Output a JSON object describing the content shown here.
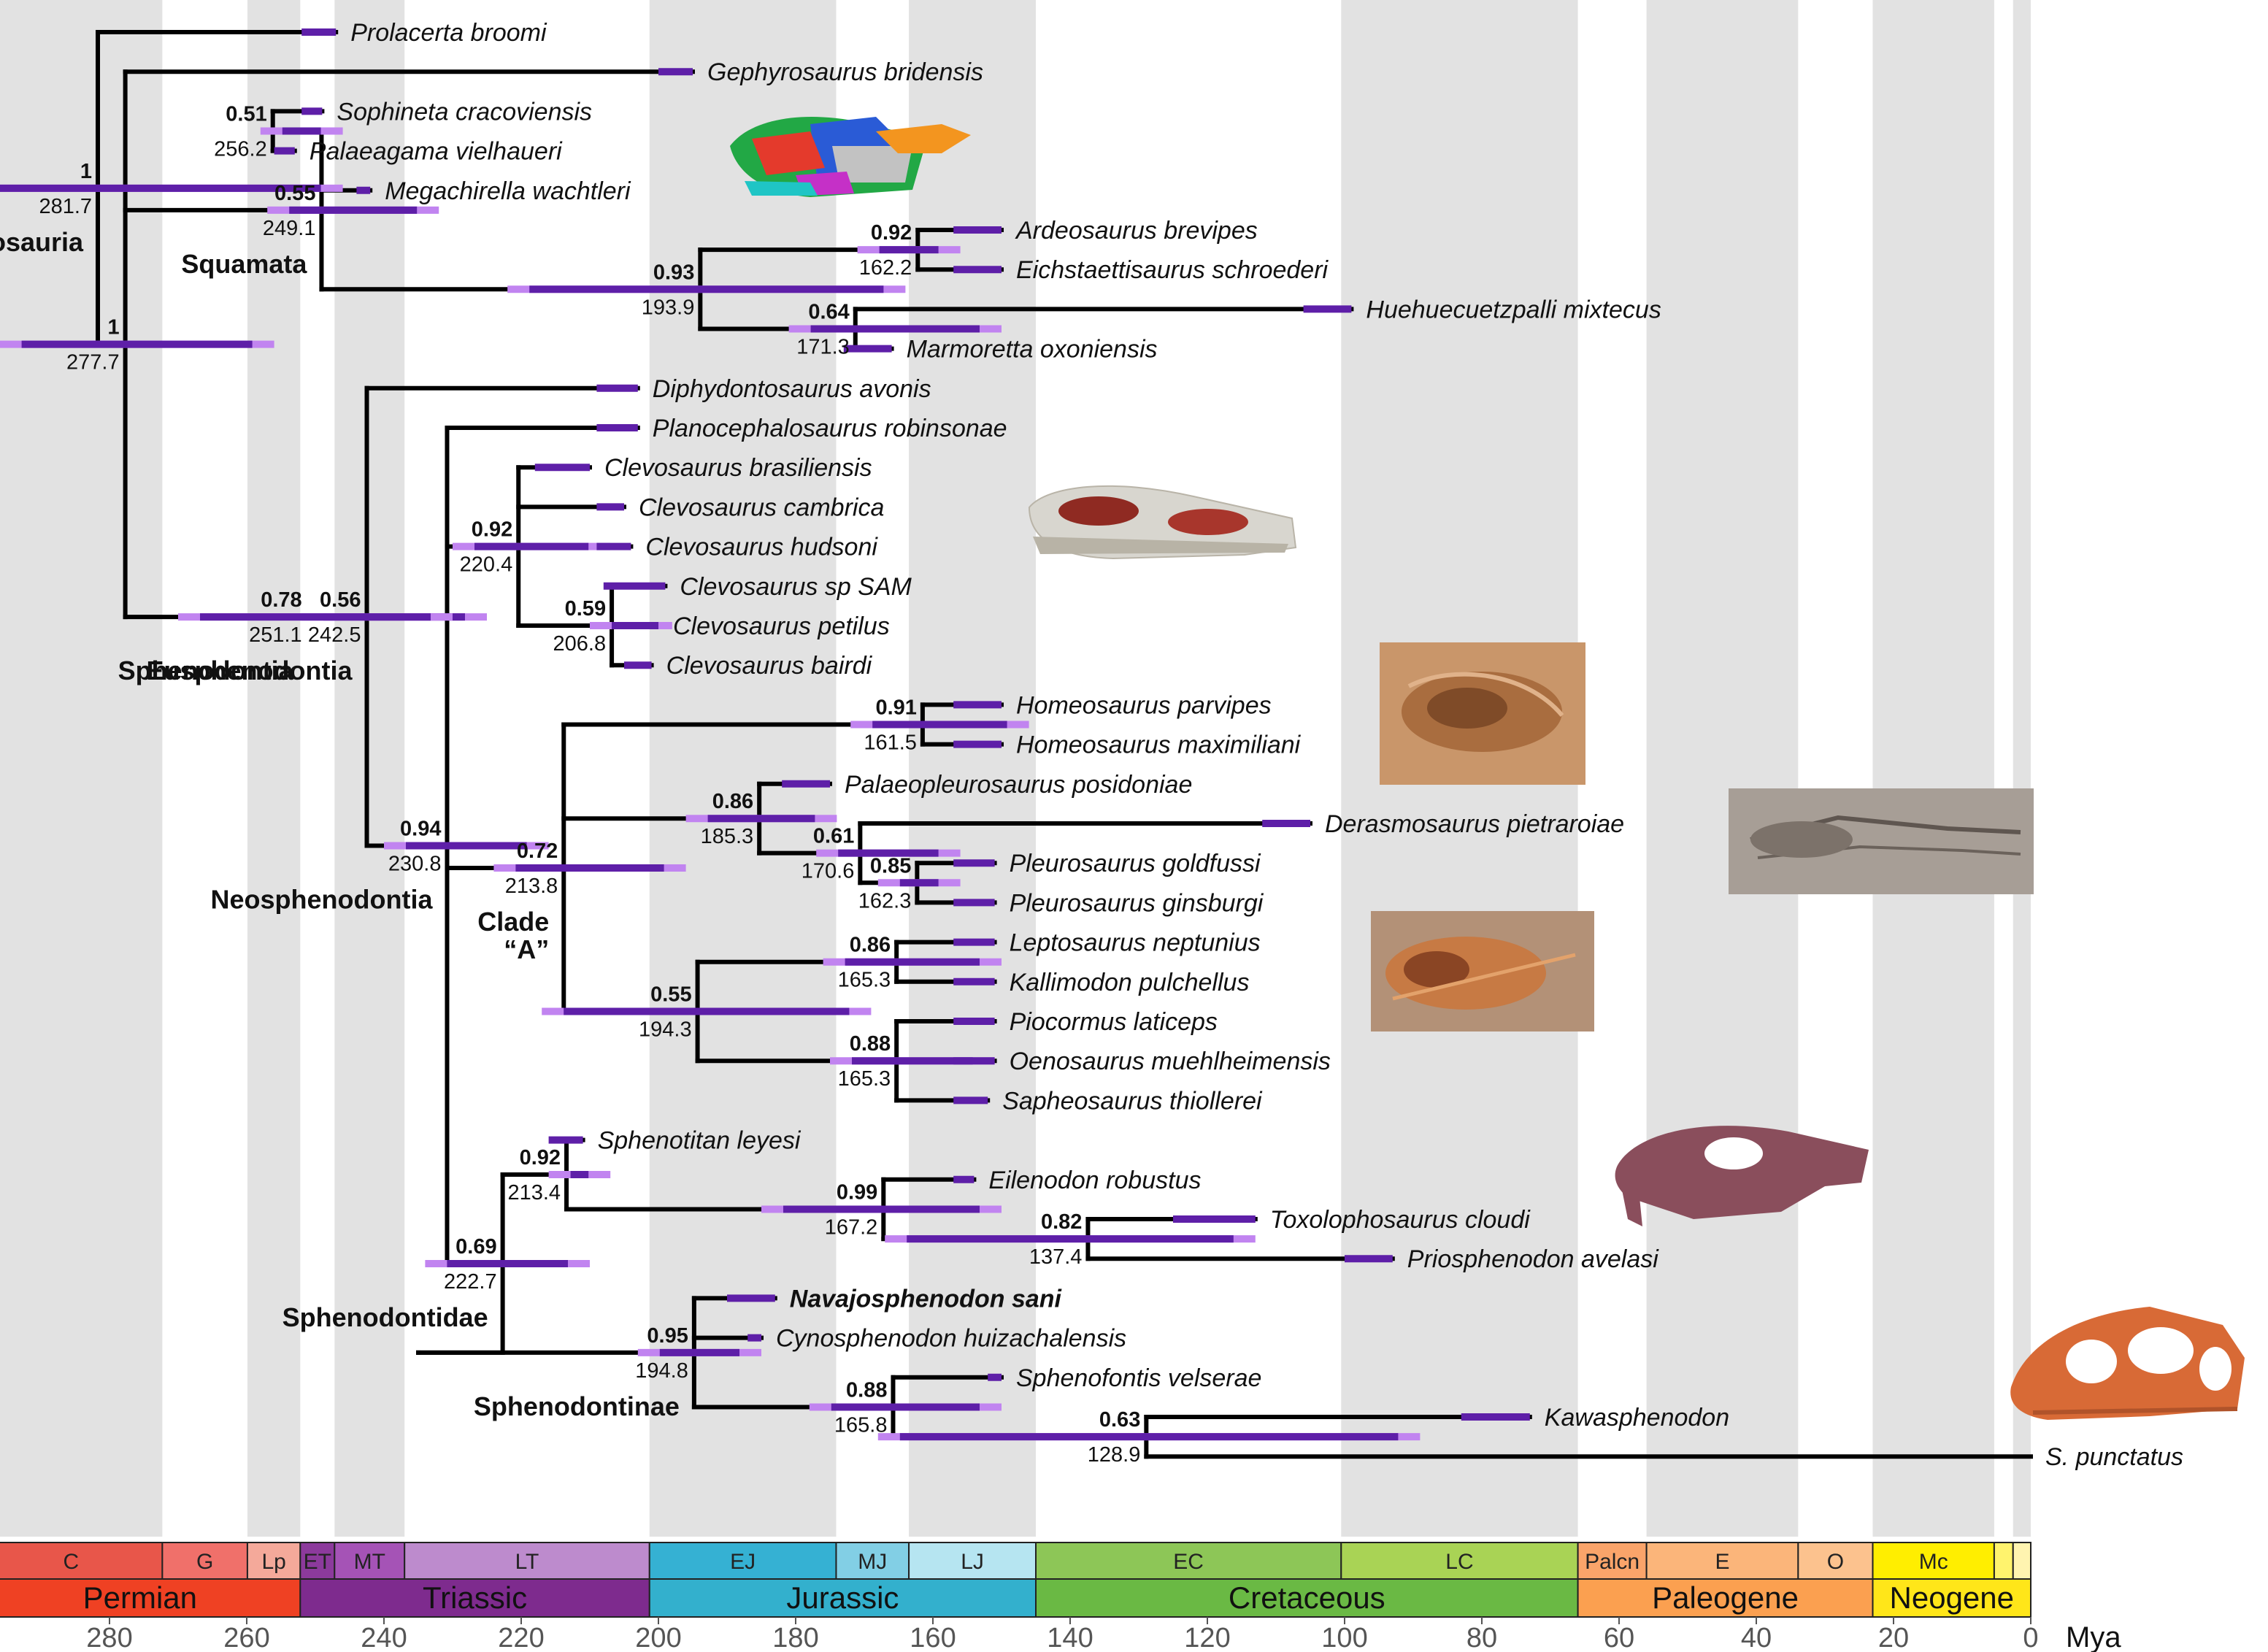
{
  "axis": {
    "unit": "Mya",
    "ticks": [
      {
        "v": 280,
        "label": "280"
      },
      {
        "v": 260,
        "label": "260"
      },
      {
        "v": 240,
        "label": "240"
      },
      {
        "v": 220,
        "label": "220"
      },
      {
        "v": 200,
        "label": "200"
      },
      {
        "v": 180,
        "label": "180"
      },
      {
        "v": 160,
        "label": "160"
      },
      {
        "v": 140,
        "label": "140"
      },
      {
        "v": 120,
        "label": "120"
      },
      {
        "v": 100,
        "label": "100"
      },
      {
        "v": 80,
        "label": "80"
      },
      {
        "v": 60,
        "label": "60"
      },
      {
        "v": 40,
        "label": "40"
      },
      {
        "v": 20,
        "label": "20"
      },
      {
        "v": 0,
        "label": "0"
      }
    ]
  },
  "stages": [
    {
      "label": "C",
      "start": 298.9,
      "end": 272.3,
      "color": "#e8564a"
    },
    {
      "label": "G",
      "start": 272.3,
      "end": 259.9,
      "color": "#f0706a"
    },
    {
      "label": "Lp",
      "start": 259.9,
      "end": 252.2,
      "color": "#f4a99a"
    },
    {
      "label": "ET",
      "start": 252.2,
      "end": 247.2,
      "color": "#8c3a9c"
    },
    {
      "label": "MT",
      "start": 247.2,
      "end": 237.0,
      "color": "#a553b6"
    },
    {
      "label": "LT",
      "start": 237.0,
      "end": 201.3,
      "color": "#bd8bcd"
    },
    {
      "label": "EJ",
      "start": 201.3,
      "end": 174.1,
      "color": "#35b1d3"
    },
    {
      "label": "MJ",
      "start": 174.1,
      "end": 163.5,
      "color": "#82cfe5"
    },
    {
      "label": "LJ",
      "start": 163.5,
      "end": 145.0,
      "color": "#b6e5f1"
    },
    {
      "label": "EC",
      "start": 145.0,
      "end": 100.5,
      "color": "#8dc657"
    },
    {
      "label": "LC",
      "start": 100.5,
      "end": 66.0,
      "color": "#a9d355"
    },
    {
      "label": "Palcn",
      "start": 66.0,
      "end": 56.0,
      "color": "#faa46a"
    },
    {
      "label": "E",
      "start": 56.0,
      "end": 33.9,
      "color": "#fbb57a"
    },
    {
      "label": "O",
      "start": 33.9,
      "end": 23.03,
      "color": "#fcc28e"
    },
    {
      "label": "Mc",
      "start": 23.03,
      "end": 5.33,
      "color": "#ffee00"
    },
    {
      "label": "",
      "start": 5.33,
      "end": 2.58,
      "color": "#fff36d"
    },
    {
      "label": "",
      "start": 2.58,
      "end": 0,
      "color": "#fff4b0"
    }
  ],
  "periods": [
    {
      "label": "Permian",
      "start": 298.9,
      "end": 252.2,
      "color": "#ef4123"
    },
    {
      "label": "Triassic",
      "start": 252.2,
      "end": 201.3,
      "color": "#7e2b8e"
    },
    {
      "label": "Jurassic",
      "start": 201.3,
      "end": 145.0,
      "color": "#33b0cd"
    },
    {
      "label": "Cretaceous",
      "start": 145.0,
      "end": 66.0,
      "color": "#6ab944"
    },
    {
      "label": "Paleogene",
      "start": 66.0,
      "end": 23.03,
      "color": "#fba050"
    },
    {
      "label": "Neogene",
      "start": 23.03,
      "end": 0,
      "color": "#ffe619"
    }
  ],
  "taxa": [
    {
      "id": "prolacerta",
      "label": "Prolacerta broomi",
      "row": 0,
      "tip": 247,
      "range": [
        252,
        247
      ]
    },
    {
      "id": "gephyrosaurus",
      "label": "Gephyrosaurus bridensis",
      "row": 1,
      "tip": 195,
      "range": [
        200,
        195
      ]
    },
    {
      "id": "sophineta",
      "label": "Sophineta cracoviensis",
      "row": 2,
      "tip": 249,
      "range": [
        252,
        249
      ]
    },
    {
      "id": "palaeagama",
      "label": "Palaeagama vielhaueri",
      "row": 3,
      "tip": 253,
      "range": [
        256,
        253
      ]
    },
    {
      "id": "megachirella",
      "label": "Megachirella wachtleri",
      "row": 4,
      "tip": 242,
      "range": [
        244,
        242
      ]
    },
    {
      "id": "ardeosaurus",
      "label": "Ardeosaurus brevipes",
      "row": 5,
      "tip": 150,
      "range": [
        157,
        150
      ]
    },
    {
      "id": "eichstaettisaurus",
      "label": "Eichstaettisaurus schroederi",
      "row": 6,
      "tip": 150,
      "range": [
        157,
        150
      ]
    },
    {
      "id": "huehuecuetzpalli",
      "label": "Huehuecuetzpalli mixtecus",
      "row": 7,
      "tip": 99,
      "range": [
        106,
        99
      ]
    },
    {
      "id": "marmoretta",
      "label": "Marmoretta oxoniensis",
      "row": 8,
      "tip": 166,
      "range": [
        173,
        166
      ]
    },
    {
      "id": "diphydontosaurus",
      "label": "Diphydontosaurus avonis",
      "row": 9,
      "tip": 203,
      "range": [
        209,
        203
      ]
    },
    {
      "id": "planocephalosaurus",
      "label": "Planocephalosaurus robinsonae",
      "row": 10,
      "tip": 203,
      "range": [
        209,
        203
      ]
    },
    {
      "id": "clevo_brasiliensis",
      "label": "Clevosaurus brasiliensis",
      "row": 11,
      "tip": 210,
      "range": [
        218,
        210
      ]
    },
    {
      "id": "clevo_cambrica",
      "label": "Clevosaurus cambrica",
      "row": 12,
      "tip": 205,
      "range": [
        209,
        205
      ]
    },
    {
      "id": "clevo_hudsoni",
      "label": "Clevosaurus hudsoni",
      "row": 13,
      "tip": 204,
      "range": [
        209,
        204
      ]
    },
    {
      "id": "clevo_sam",
      "label": "Clevosaurus sp SAM",
      "row": 14,
      "tip": 199,
      "range": [
        208,
        199
      ]
    },
    {
      "id": "clevo_petilus",
      "label": "Clevosaurus petilus",
      "row": 15,
      "tip": 200,
      "range": [
        204,
        200
      ]
    },
    {
      "id": "clevo_bairdi",
      "label": "Clevosaurus bairdi",
      "row": 16,
      "tip": 201,
      "range": [
        205,
        201
      ]
    },
    {
      "id": "homeo_parvipes",
      "label": "Homeosaurus parvipes",
      "row": 17,
      "tip": 150,
      "range": [
        157,
        150
      ]
    },
    {
      "id": "homeo_maximiliani",
      "label": "Homeosaurus maximiliani",
      "row": 18,
      "tip": 150,
      "range": [
        157,
        150
      ]
    },
    {
      "id": "palaeopleurosaurus",
      "label": "Palaeopleurosaurus posidoniae",
      "row": 19,
      "tip": 175,
      "range": [
        182,
        175
      ]
    },
    {
      "id": "derasmosaurus",
      "label": "Derasmosaurus pietraroiae",
      "row": 20,
      "tip": 105,
      "range": [
        112,
        105
      ]
    },
    {
      "id": "pleuro_goldfussi",
      "label": "Pleurosaurus goldfussi",
      "row": 21,
      "tip": 151,
      "range": [
        157,
        151
      ]
    },
    {
      "id": "pleuro_ginsburgi",
      "label": "Pleurosaurus ginsburgi",
      "row": 22,
      "tip": 151,
      "range": [
        157,
        151
      ]
    },
    {
      "id": "leptosaurus",
      "label": "Leptosaurus neptunius",
      "row": 23,
      "tip": 151,
      "range": [
        157,
        151
      ]
    },
    {
      "id": "kallimodon",
      "label": "Kallimodon pulchellus",
      "row": 24,
      "tip": 151,
      "range": [
        157,
        151
      ]
    },
    {
      "id": "piocormus",
      "label": "Piocormus laticeps",
      "row": 25,
      "tip": 151,
      "range": [
        157,
        151
      ]
    },
    {
      "id": "oenosaurus",
      "label": "Oenosaurus muehlheimensis",
      "row": 26,
      "tip": 151,
      "range": [
        157,
        151
      ]
    },
    {
      "id": "sapheosaurus",
      "label": "Sapheosaurus thiollerei",
      "row": 27,
      "tip": 152,
      "range": [
        157,
        152
      ]
    },
    {
      "id": "sphenotitan",
      "label": "Sphenotitan leyesi",
      "row": 28,
      "tip": 211,
      "range": [
        216,
        211
      ]
    },
    {
      "id": "eilenodon",
      "label": "Eilenodon robustus",
      "row": 29,
      "tip": 154,
      "range": [
        157,
        154
      ]
    },
    {
      "id": "toxolophosaurus",
      "label": "Toxolophosaurus cloudi",
      "row": 30,
      "tip": 113,
      "range": [
        125,
        113
      ]
    },
    {
      "id": "priosphenodon",
      "label": "Priosphenodon avelasi",
      "row": 31,
      "tip": 93,
      "range": [
        100,
        93
      ]
    },
    {
      "id": "navajosphenodon",
      "label": "Navajosphenodon sani",
      "row": 32,
      "tip": 183,
      "range": [
        190,
        183
      ],
      "bold": true
    },
    {
      "id": "cynosphenodon",
      "label": "Cynosphenodon huizachalensis",
      "row": 33,
      "tip": 185,
      "range": [
        187,
        185
      ]
    },
    {
      "id": "sphenofontis",
      "label": "Sphenofontis velserae",
      "row": 34,
      "tip": 150,
      "range": [
        152,
        150
      ]
    },
    {
      "id": "kawasphenodon",
      "label": "Kawasphenodon",
      "row": 35,
      "tip": 73,
      "range": [
        83,
        73
      ]
    },
    {
      "id": "punctatus",
      "label": "S. punctatus",
      "row": 36,
      "tip": 0
    }
  ],
  "nodes": [
    {
      "id": "n_root",
      "support": "1",
      "age": "281.7",
      "ageVal": 281.7,
      "hpd": [
        305,
        246
      ],
      "children": [
        "prolacerta",
        "n_lepido"
      ],
      "clade": "Lepidosauria"
    },
    {
      "id": "n_lepido",
      "support": "1",
      "age": "277.7",
      "ageVal": 277.7,
      "hpd": [
        296,
        256
      ],
      "children": [
        "gephyrosaurus",
        "n_sq",
        "n_sphen"
      ]
    },
    {
      "id": "n_sophpal",
      "support": "0.51",
      "age": "256.2",
      "ageVal": 256.2,
      "hpd": [
        258,
        246
      ],
      "children": [
        "sophineta",
        "palaeagama"
      ]
    },
    {
      "id": "n_sq",
      "support": "0.55",
      "age": "249.1",
      "ageVal": 249.1,
      "hpd": [
        257,
        232
      ],
      "children": [
        "n_sophpal",
        "megachirella",
        "n_crown"
      ],
      "clade": "Squamata"
    },
    {
      "id": "n_ardeich",
      "support": "0.92",
      "age": "162.2",
      "ageVal": 162.2,
      "hpd": [
        171,
        156
      ],
      "children": [
        "ardeosaurus",
        "eichstaettisaurus"
      ]
    },
    {
      "id": "n_hueh",
      "support": "0.64",
      "age": "171.3",
      "ageVal": 171.3,
      "hpd": [
        181,
        150
      ],
      "children": [
        "huehuecuetzpalli",
        "marmoretta"
      ]
    },
    {
      "id": "n_crown",
      "support": "0.93",
      "age": "193.9",
      "ageVal": 193.9,
      "hpd": [
        222,
        164
      ],
      "children": [
        "n_ardeich",
        "n_hueh"
      ]
    },
    {
      "id": "n_clevo2",
      "support": "0.59",
      "age": "206.8",
      "ageVal": 206.8,
      "hpd": [
        210,
        198
      ],
      "children": [
        "clevo_sam",
        "clevo_petilus",
        "clevo_bairdi"
      ]
    },
    {
      "id": "n_clevo",
      "support": "0.92",
      "age": "220.4",
      "ageVal": 220.4,
      "hpd": [
        230,
        207
      ],
      "children": [
        "clevo_brasiliensis",
        "clevo_cambrica",
        "clevo_hudsoni",
        "n_clevo2"
      ]
    },
    {
      "id": "n_homeo",
      "support": "0.91",
      "age": "161.5",
      "ageVal": 161.5,
      "hpd": [
        172,
        146
      ],
      "children": [
        "homeo_parvipes",
        "homeo_maximiliani"
      ]
    },
    {
      "id": "n_pl2",
      "support": "0.85",
      "age": "162.3",
      "ageVal": 162.3,
      "hpd": [
        168,
        156
      ],
      "children": [
        "pleuro_goldfussi",
        "pleuro_ginsburgi"
      ]
    },
    {
      "id": "n_pl1",
      "support": "0.61",
      "age": "170.6",
      "ageVal": 170.6,
      "hpd": [
        177,
        156
      ],
      "children": [
        "derasmosaurus",
        "n_pl2"
      ]
    },
    {
      "id": "n_pleuro",
      "support": "0.86",
      "age": "185.3",
      "ageVal": 185.3,
      "hpd": [
        196,
        174
      ],
      "children": [
        "palaeopleurosaurus",
        "n_pl1"
      ]
    },
    {
      "id": "n_leptokall",
      "support": "0.86",
      "age": "165.3",
      "ageVal": 165.3,
      "hpd": [
        176,
        150
      ],
      "children": [
        "leptosaurus",
        "kallimodon"
      ]
    },
    {
      "id": "n_pioc",
      "support": "0.88",
      "age": "165.3",
      "ageVal": 165.3,
      "hpd": [
        175,
        151
      ],
      "children": [
        "piocormus",
        "oenosaurus",
        "sapheosaurus"
      ]
    },
    {
      "id": "n_sapheo",
      "support": "0.55",
      "age": "194.3",
      "ageVal": 194.3,
      "hpd": [
        217,
        169
      ],
      "children": [
        "n_leptokall",
        "n_pioc"
      ]
    },
    {
      "id": "n_cladeA",
      "support": "0.72",
      "age": "213.8",
      "ageVal": 213.8,
      "hpd": [
        224,
        196
      ],
      "children": [
        "n_homeo",
        "n_pleuro",
        "n_sapheo"
      ],
      "clade": "Clade\n“A”"
    },
    {
      "id": "n_clevosphen",
      "support": "0.94",
      "age": "230.8",
      "ageVal": 230.8,
      "hpd": [
        240,
        216
      ],
      "children": [
        "planocephalosaurus",
        "n_clevo",
        "n_cladeA",
        "n_sphenodontidae"
      ],
      "clade": "Neosphenodontia"
    },
    {
      "id": "n_eusphen",
      "support": "0.56",
      "age": "242.5",
      "ageVal": 242.5,
      "hpd": [
        252,
        225
      ],
      "children": [
        "diphydontosaurus",
        "n_clevosphen"
      ],
      "clade": "Eusphenodontia"
    },
    {
      "id": "n_sphen",
      "support": "0.78",
      "age": "251.1",
      "ageVal": 251.1,
      "hpd": [
        270,
        230
      ],
      "children": [
        "n_eusphen"
      ],
      "clade": "Sphenodontia"
    },
    {
      "id": "n_eilen",
      "support": "0.99",
      "age": "167.2",
      "ageVal": 167.2,
      "hpd": [
        185,
        150
      ],
      "children": [
        "eilenodon",
        "n_toxo"
      ]
    },
    {
      "id": "n_toxo",
      "support": "0.82",
      "age": "137.4",
      "ageVal": 137.4,
      "hpd": [
        167,
        113
      ],
      "children": [
        "toxolophosaurus",
        "priosphenodon"
      ]
    },
    {
      "id": "n_sphenotitan",
      "support": "0.92",
      "age": "213.4",
      "ageVal": 213.4,
      "hpd": [
        216,
        207
      ],
      "children": [
        "sphenotitan",
        "n_eilen"
      ]
    },
    {
      "id": "n_sphenodontidae",
      "support": "0.69",
      "age": "222.7",
      "ageVal": 222.7,
      "hpd": [
        234,
        210
      ],
      "children": [
        "n_sphenotitan",
        "n_sphenodontinae"
      ],
      "clade": "Sphenodontidae"
    },
    {
      "id": "n_navajo",
      "support": "0.95",
      "age": "194.8",
      "ageVal": 194.8,
      "hpd": [
        203,
        185
      ],
      "children": [
        "navajosphenodon",
        "cynosphenodon",
        "n_sphenofontis"
      ],
      "clade": "Sphenodontinae"
    },
    {
      "id": "n_sphenodontinae",
      "children": [
        "n_navajo"
      ]
    },
    {
      "id": "n_sphenofontis",
      "support": "0.88",
      "age": "165.8",
      "ageVal": 165.8,
      "hpd": [
        178,
        150
      ],
      "children": [
        "sphenofontis",
        "n_kawa"
      ]
    },
    {
      "id": "n_kawa",
      "support": "0.63",
      "age": "128.9",
      "ageVal": 128.9,
      "hpd": [
        168,
        89
      ],
      "children": [
        "kawasphenodon",
        "punctatus"
      ]
    }
  ],
  "colors": {
    "branch": "#000000",
    "range": "#5e1fa8",
    "hpd": "#c184f0",
    "band": "#e2e2e2"
  }
}
